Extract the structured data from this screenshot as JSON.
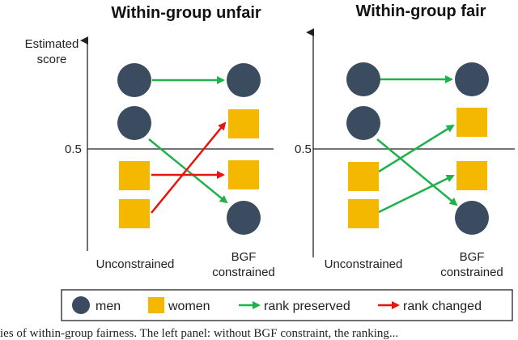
{
  "panels": [
    {
      "title": "Within-group unfair",
      "threshold_label": "0.5",
      "x_left": "Unconstrained",
      "x_right_line1": "BGF",
      "x_right_line2": "constrained"
    },
    {
      "title": "Within-group fair",
      "threshold_label": "0.5",
      "x_left": "Unconstrained",
      "x_right_line1": "BGF",
      "x_right_line2": "constrained"
    }
  ],
  "y_axis_label_line1": "Estimated",
  "y_axis_label_line2": "score",
  "legend": {
    "men": "men",
    "women": "women",
    "preserved": "rank preserved",
    "changed": "rank changed"
  },
  "colors": {
    "men": "#3b4b60",
    "women": "#f5b800",
    "preserved": "#1db34a",
    "changed": "#e8140f",
    "axis": "#222222"
  },
  "caption": "ies of within-group fairness. The left panel: without BGF constraint, the ranking..."
}
